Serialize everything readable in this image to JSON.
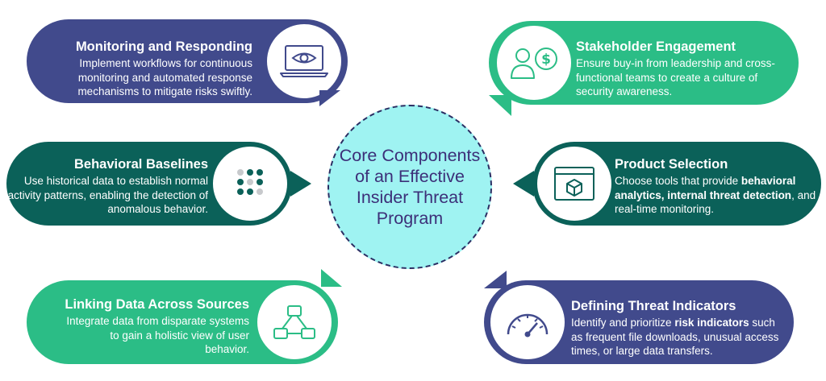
{
  "center": {
    "text": "Core Components of an Effective Insider Threat Program"
  },
  "cards": {
    "monitoring": {
      "title": "Monitoring and Responding",
      "desc": "Implement workflows for continuous monitoring and automated response mechanisms to mitigate risks swiftly.",
      "icon": "laptop-eye-icon",
      "color": "#414a8c"
    },
    "stakeholder": {
      "title": "Stakeholder Engagement",
      "desc": "Ensure buy-in from leadership and cross-functional teams to create a culture of security awareness.",
      "icon": "person-dollar-icon",
      "color": "#2bbd86"
    },
    "baselines": {
      "title": "Behavioral Baselines",
      "desc": "Use historical data to establish normal activity patterns, enabling the detection of anomalous behavior.",
      "icon": "dot-grid-icon",
      "color": "#0b6159"
    },
    "product": {
      "title": "Product Selection",
      "desc_pre": "Choose tools that provide ",
      "desc_bold": "behavioral analytics, internal threat detection",
      "desc_post": ", and real-time monitoring.",
      "icon": "browser-cube-icon",
      "color": "#0b6159"
    },
    "linking": {
      "title": "Linking Data Across Sources",
      "desc": "Integrate data from disparate systems to gain a holistic view of user behavior.",
      "icon": "connected-nodes-icon",
      "color": "#2bbd86"
    },
    "threat": {
      "title": "Defining Threat Indicators",
      "desc_pre": "Identify and prioritize ",
      "desc_bold": "risk indicators",
      "desc_post": " such as frequent file downloads, unusual access times, or large data transfers.",
      "icon": "gauge-icon",
      "color": "#414a8c"
    }
  }
}
